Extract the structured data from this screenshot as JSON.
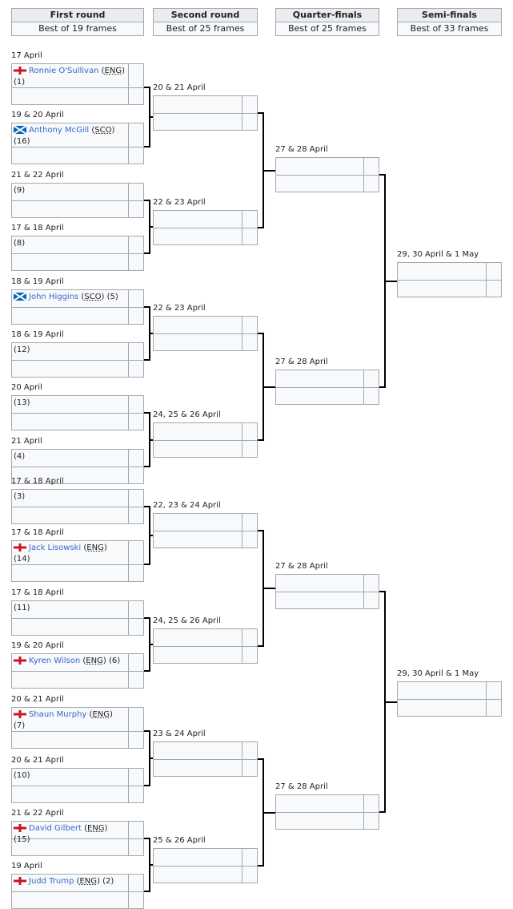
{
  "rounds": [
    {
      "name": "First round",
      "format": "Best of 19 frames"
    },
    {
      "name": "Second round",
      "format": "Best of 25 frames"
    },
    {
      "name": "Quarter-finals",
      "format": "Best of 25 frames"
    },
    {
      "name": "Semi-finals",
      "format": "Best of 33 frames"
    }
  ],
  "r1": [
    {
      "date": "17 April",
      "top": {
        "flag": "eng",
        "name": "Ronnie O'Sullivan",
        "nat": "ENG",
        "seed": "(1)"
      },
      "bottom": {}
    },
    {
      "date": "19 & 20 April",
      "top": {
        "flag": "sco",
        "name": "Anthony McGill",
        "nat": "SCO",
        "seed": "(16)"
      },
      "bottom": {}
    },
    {
      "date": "21 & 22 April",
      "top": {
        "seed": "(9)"
      },
      "bottom": {}
    },
    {
      "date": "17 & 18 April",
      "top": {
        "seed": "(8)"
      },
      "bottom": {}
    },
    {
      "date": "18 & 19 April",
      "top": {
        "flag": "sco",
        "name": "John Higgins",
        "nat": "SCO",
        "seed": "(5)"
      },
      "bottom": {}
    },
    {
      "date": "18 & 19 April",
      "top": {
        "seed": "(12)"
      },
      "bottom": {}
    },
    {
      "date": "20 April",
      "top": {
        "seed": "(13)"
      },
      "bottom": {}
    },
    {
      "date": "21 April",
      "top": {
        "seed": "(4)"
      },
      "bottom": {}
    },
    {
      "date": "17 & 18 April",
      "top": {
        "seed": "(3)"
      },
      "bottom": {}
    },
    {
      "date": "17 & 18 April",
      "top": {
        "flag": "eng",
        "name": "Jack Lisowski",
        "nat": "ENG",
        "seed": "(14)"
      },
      "bottom": {}
    },
    {
      "date": "17 & 18 April",
      "top": {
        "seed": "(11)"
      },
      "bottom": {}
    },
    {
      "date": "19 & 20 April",
      "top": {
        "flag": "eng",
        "name": "Kyren Wilson",
        "nat": "ENG",
        "seed": "(6)"
      },
      "bottom": {}
    },
    {
      "date": "20 & 21 April",
      "top": {
        "flag": "eng",
        "name": "Shaun Murphy",
        "nat": "ENG",
        "seed": "(7)"
      },
      "bottom": {}
    },
    {
      "date": "20 & 21 April",
      "top": {
        "seed": "(10)"
      },
      "bottom": {}
    },
    {
      "date": "21 & 22 April",
      "top": {
        "flag": "eng",
        "name": "David Gilbert",
        "nat": "ENG",
        "seed": "(15)"
      },
      "bottom": {}
    },
    {
      "date": "19 April",
      "top": {
        "flag": "eng",
        "name": "Judd Trump",
        "nat": "ENG",
        "seed": "(2)"
      },
      "bottom": {}
    }
  ],
  "r2": [
    {
      "date": "20 & 21 April"
    },
    {
      "date": "22 & 23 April"
    },
    {
      "date": "22 & 23 April"
    },
    {
      "date": "24, 25 & 26 April"
    },
    {
      "date": "22, 23 & 24 April"
    },
    {
      "date": "24, 25 & 26 April"
    },
    {
      "date": "23 & 24 April"
    },
    {
      "date": "25 & 26 April"
    }
  ],
  "qf": [
    {
      "date": "27 & 28 April"
    },
    {
      "date": "27 & 28 April"
    },
    {
      "date": "27 & 28 April"
    },
    {
      "date": "27 & 28 April"
    }
  ],
  "sf": [
    {
      "date": "29, 30 April & 1 May"
    },
    {
      "date": "29, 30 April & 1 May"
    }
  ]
}
